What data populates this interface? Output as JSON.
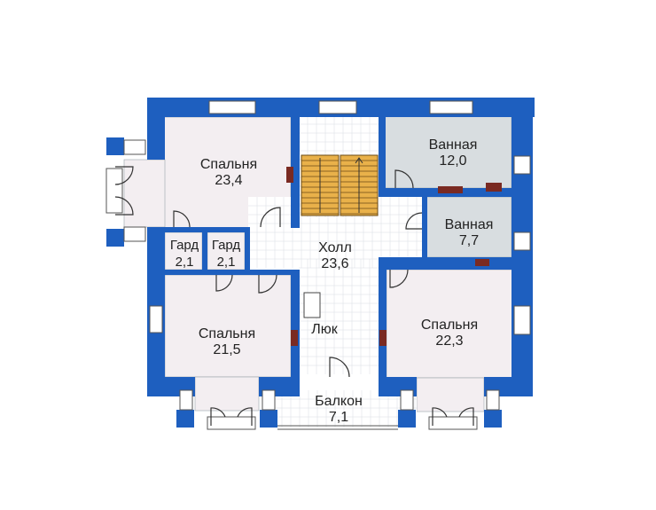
{
  "colors": {
    "wall": "#1e5fbf",
    "room_fill": "#f3eef1",
    "bath_fill": "#d8dde0",
    "hall_fill": "#ffffff",
    "stair_fill": "#e9b14a",
    "door_line": "#333333",
    "window_fill": "#ffffff",
    "heater": "#7a2a22",
    "grid_line": "#d8dde2"
  },
  "rooms": {
    "bedroom_nw": {
      "name": "Спальня",
      "area": "23,4"
    },
    "bath_ne": {
      "name": "Ванная",
      "area": "12,0"
    },
    "bath_e": {
      "name": "Ванная",
      "area": "7,7"
    },
    "hall": {
      "name": "Холл",
      "area": "23,6"
    },
    "closet_1": {
      "name": "Гард",
      "area": "2,1"
    },
    "closet_2": {
      "name": "Гард",
      "area": "2,1"
    },
    "bedroom_sw": {
      "name": "Спальня",
      "area": "21,5"
    },
    "bedroom_se": {
      "name": "Спальня",
      "area": "22,3"
    },
    "hatch": {
      "name": "Люк"
    },
    "balcony": {
      "name": "Балкон",
      "area": "7,1"
    }
  }
}
